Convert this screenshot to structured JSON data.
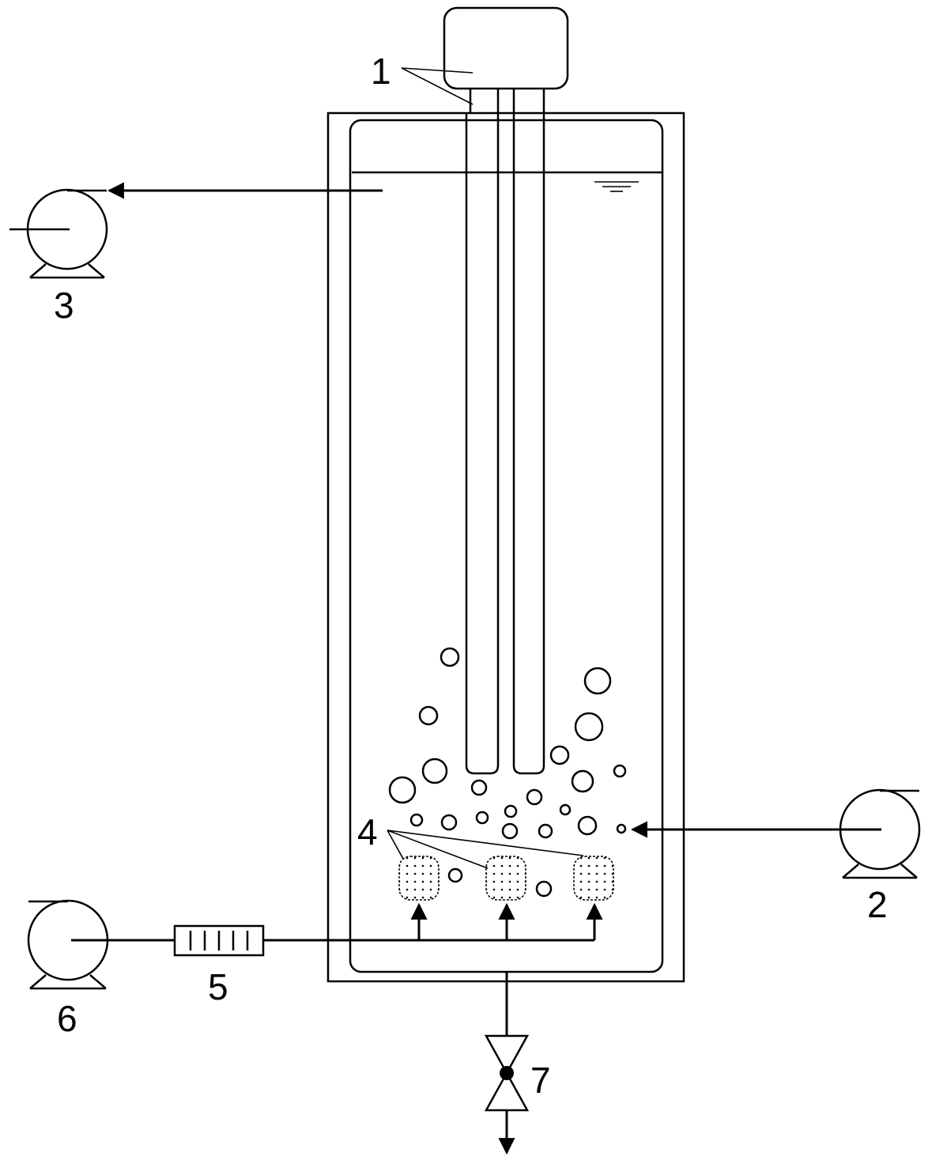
{
  "labels": {
    "motor": "1",
    "pump_right": "2",
    "pump_left_top": "3",
    "diffusers": "4",
    "flowmeter": "5",
    "pump_left_bottom": "6",
    "valve": "7"
  }
}
